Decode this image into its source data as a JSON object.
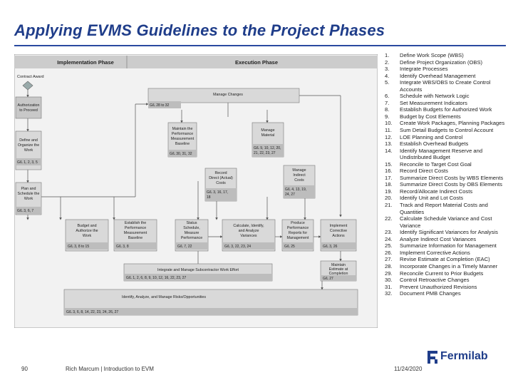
{
  "slide": {
    "title": "Applying EVMS Guidelines to the Project Phases",
    "page_number": "90",
    "author": "Rich Marcum | Introduction to EVM",
    "date": "11/24/2020",
    "logo_text": "Fermilab"
  },
  "diagram": {
    "phase_impl": "Implementation Phase",
    "phase_exec": "Execution Phase",
    "contract_award": "Contract Award",
    "auth": [
      "Authorization",
      "to Proceed"
    ],
    "define": [
      "Define and",
      "Organize the",
      "Work"
    ],
    "define_gl": "G/L 1, 2, 3, 5",
    "plan": [
      "Plan and",
      "Schedule the",
      "Work"
    ],
    "plan_gl": "G/L 3, 6, 7",
    "budget": [
      "Budget and",
      "Authorize the",
      "Work"
    ],
    "budget_gl": "G/L 3, 8 to 15",
    "establish": [
      "Establish the",
      "Performance",
      "Measurement",
      "Baseline"
    ],
    "establish_gl": "G/L 3, 8",
    "manage_changes": "Manage Changes",
    "mc_gl": "G/L 28 to 32",
    "maintain_pmb": [
      "Maintain the",
      "Performance",
      "Measurement",
      "Baseline"
    ],
    "maintain_gl": "G/L 30, 31, 32",
    "manage_matl": [
      "Manage",
      "Material"
    ],
    "matl_gl": "G/L 9, 10, 12, 20,",
    "matl_gl2": "21, 22, 23, 27",
    "record_direct": [
      "Record",
      "Direct (Actual)",
      "Costs"
    ],
    "record_gl": "G/L 3, 16, 17,",
    "record_gl2": "18",
    "manage_indirect": [
      "Manage",
      "Indirect",
      "Costs"
    ],
    "indirect_gl": "G/L 4, 13, 19,",
    "indirect_gl2": "24, 27",
    "status": [
      "Status",
      "Schedule,",
      "Measure",
      "Performance"
    ],
    "status_gl": "G/L 7, 22",
    "calc": [
      "Calculate, Identify,",
      "and Analyze",
      "Variances"
    ],
    "calc_gl": "G/L 3, 22, 23, 24",
    "produce": [
      "Produce",
      "Performance",
      "Reports for",
      "Management"
    ],
    "produce_gl": "G/L 25",
    "implement": [
      "Implement",
      "Corrective",
      "Actions"
    ],
    "implement_gl": "G/L 3, 26",
    "subcontractor": "Integrate and Manage Subcontractor Work Effort",
    "sub_gl": "G/L 1, 2, 6, 8, 9, 10, 12, 16, 22, 23, 27",
    "eac": [
      "Maintain",
      "Estimate at",
      "Completion"
    ],
    "eac_gl": "G/L 27",
    "risk": "Identify, Analyze, and Manage Risks/Opportunities",
    "risk_gl": "G/L 3, 6, 8, 14, 22, 23, 24, 26, 27"
  },
  "guidelines": [
    {
      "num": "1.",
      "text": "Define Work Scope (WBS)"
    },
    {
      "num": "2.",
      "text": "Define Project Organization (OBS)"
    },
    {
      "num": "3.",
      "text": "Integrate Processes"
    },
    {
      "num": "4.",
      "text": "Identify Overhead Management"
    },
    {
      "num": "5.",
      "text": "Integrate WBS/OBS to Create Control Accounts"
    },
    {
      "num": "6.",
      "text": "Schedule with Network Logic"
    },
    {
      "num": "7.",
      "text": "Set Measurement Indicators"
    },
    {
      "num": "8.",
      "text": "Establish Budgets for Authorized Work"
    },
    {
      "num": "9.",
      "text": "Budget by Cost Elements"
    },
    {
      "num": "10.",
      "text": "Create Work Packages, Planning Packages"
    },
    {
      "num": "11.",
      "text": "Sum Detail Budgets to Control Account"
    },
    {
      "num": "12.",
      "text": "LOE Planning and Control"
    },
    {
      "num": "13.",
      "text": "Establish Overhead Budgets"
    },
    {
      "num": "14.",
      "text": "Identify Management Reserve and Undistributed Budget"
    },
    {
      "num": "15.",
      "text": "Reconcile to Target Cost Goal"
    },
    {
      "num": "16.",
      "text": "Record Direct Costs"
    },
    {
      "num": "17.",
      "text": "Summarize Direct Costs by WBS Elements"
    },
    {
      "num": "18.",
      "text": "Summarize Direct Costs by OBS Elements"
    },
    {
      "num": "19.",
      "text": "Record/Allocate Indirect Costs"
    },
    {
      "num": "20.",
      "text": "Identify Unit and Lot Costs"
    },
    {
      "num": "21.",
      "text": "Track and Report Material Costs and Quantities"
    },
    {
      "num": "22.",
      "text": "Calculate Schedule Variance and Cost Variance"
    },
    {
      "num": "23.",
      "text": "Identify Significant Variances for Analysis"
    },
    {
      "num": "24.",
      "text": "Analyze Indirect Cost Variances"
    },
    {
      "num": "25.",
      "text": "Summarize Information for Management"
    },
    {
      "num": "26.",
      "text": "Implement Corrective Actions"
    },
    {
      "num": "27.",
      "text": "Revise Estimate at Completion (EAC)"
    },
    {
      "num": "28.",
      "text": "Incorporate Changes in a Timely Manner"
    },
    {
      "num": "29.",
      "text": "Reconcile Current to Prior Budgets"
    },
    {
      "num": "30.",
      "text": "Control Retroactive Changes"
    },
    {
      "num": "31.",
      "text": "Prevent Unauthorized Revisions"
    },
    {
      "num": "32.",
      "text": "Document PMB Changes"
    }
  ]
}
